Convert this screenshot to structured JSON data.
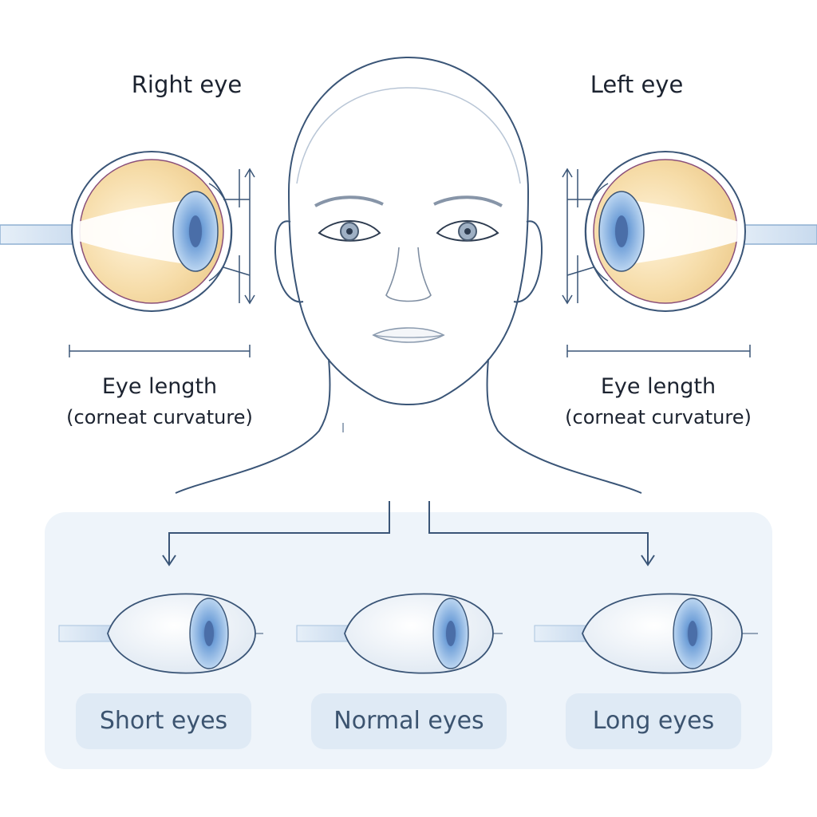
{
  "labels": {
    "right_eye": "Right eye",
    "left_eye": "Left eye",
    "right_eye_length": "Eye length",
    "right_eye_sub": "(corneat curvature)",
    "left_eye_length": "Eye length",
    "left_eye_sub": "(corneat curvature)"
  },
  "categories": [
    {
      "label": "Short eyes"
    },
    {
      "label": "Normal eyes"
    },
    {
      "label": "Long eyes"
    }
  ],
  "colors": {
    "line": "#3a5577",
    "iris": "#6f9fd8",
    "globe_fill": "#f6dca8",
    "panel_bg": "#eef4fa",
    "pill_bg": "#dfeaf5"
  }
}
